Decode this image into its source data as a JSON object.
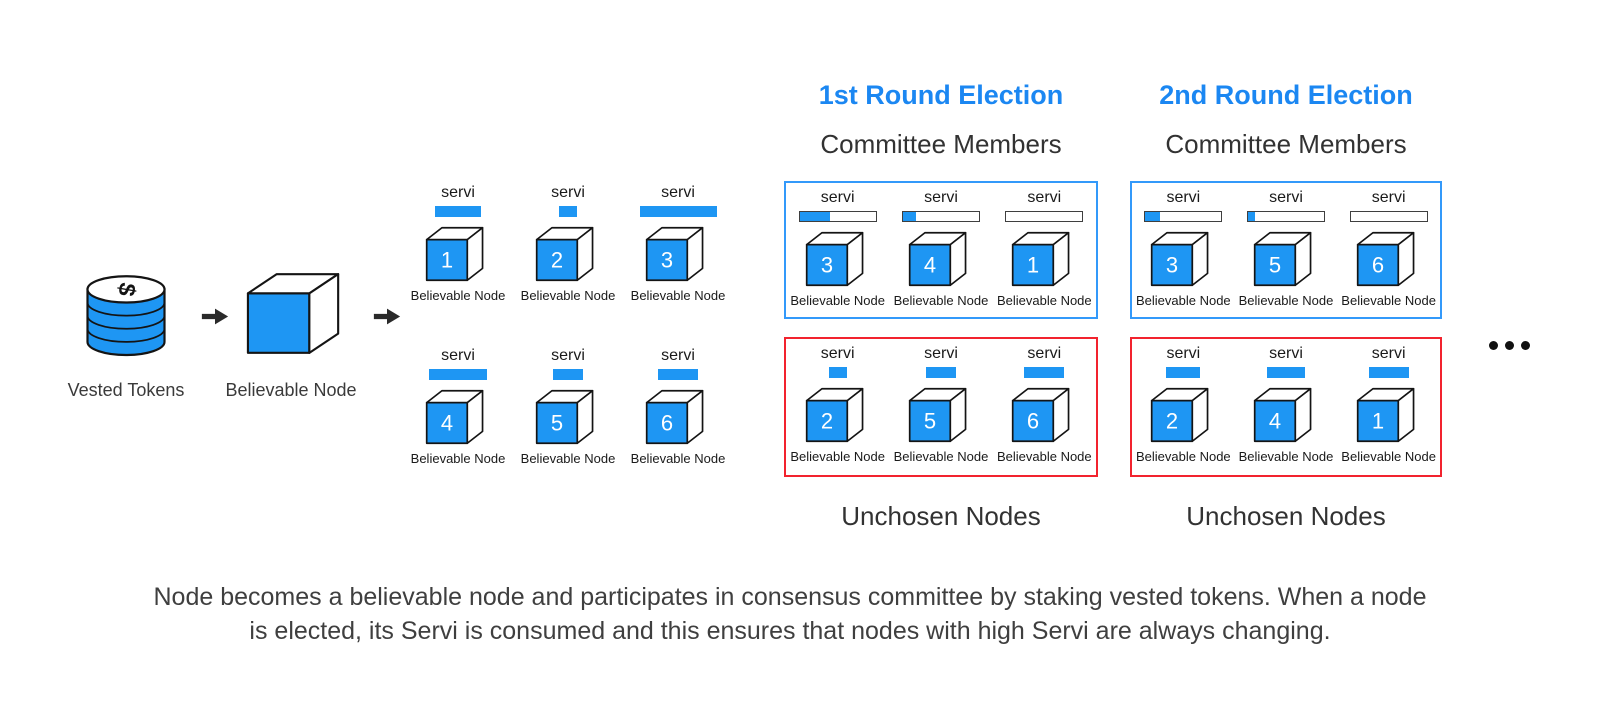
{
  "colors": {
    "node_blue": "#1E96F3",
    "title_blue": "#1B87F2",
    "committee_border": "#3399FA",
    "unchosen_border": "#F2232E",
    "outline_dark": "#141414",
    "text_dark": "#3F3F3F"
  },
  "icons": {
    "coin_stack": "vested-tokens-coin-stack",
    "arrow": "right-arrow",
    "cube": "3d-node-cube",
    "ellipsis": "more-rounds-dots"
  },
  "labels": {
    "servi": "servi",
    "believable_node": "Believable Node"
  },
  "left_flow": {
    "vested_tokens": "Vested Tokens",
    "believable_node": "Believable Node",
    "coin_symbol": "$"
  },
  "pool": {
    "rows": [
      {
        "nodes": [
          {
            "id": "1",
            "bar": {
              "style": "solid",
              "width": 46
            }
          },
          {
            "id": "2",
            "bar": {
              "style": "solid",
              "width": 18
            }
          },
          {
            "id": "3",
            "bar": {
              "style": "solid",
              "width": 77
            }
          }
        ]
      },
      {
        "nodes": [
          {
            "id": "4",
            "bar": {
              "style": "solid",
              "width": 58
            }
          },
          {
            "id": "5",
            "bar": {
              "style": "solid",
              "width": 30
            }
          },
          {
            "id": "6",
            "bar": {
              "style": "solid",
              "width": 40
            }
          }
        ]
      }
    ]
  },
  "rounds": [
    {
      "title": "1st Round Election",
      "subtitle": "Committee Members",
      "unchosen_label": "Unchosen Nodes",
      "committee_nodes": [
        {
          "id": "3",
          "bar": {
            "style": "track",
            "fill_pct": 40
          }
        },
        {
          "id": "4",
          "bar": {
            "style": "track",
            "fill_pct": 17
          }
        },
        {
          "id": "1",
          "bar": {
            "style": "track",
            "fill_pct": 0
          }
        }
      ],
      "unchosen_nodes": [
        {
          "id": "2",
          "bar": {
            "style": "solid",
            "width": 18
          }
        },
        {
          "id": "5",
          "bar": {
            "style": "solid",
            "width": 30
          }
        },
        {
          "id": "6",
          "bar": {
            "style": "solid",
            "width": 40
          }
        }
      ]
    },
    {
      "title": "2nd Round Election",
      "subtitle": "Committee Members",
      "unchosen_label": "Unchosen Nodes",
      "committee_nodes": [
        {
          "id": "3",
          "bar": {
            "style": "track",
            "fill_pct": 19
          }
        },
        {
          "id": "5",
          "bar": {
            "style": "track",
            "fill_pct": 9
          }
        },
        {
          "id": "6",
          "bar": {
            "style": "track",
            "fill_pct": 0
          }
        }
      ],
      "unchosen_nodes": [
        {
          "id": "2",
          "bar": {
            "style": "solid",
            "width": 34
          }
        },
        {
          "id": "4",
          "bar": {
            "style": "solid",
            "width": 38
          }
        },
        {
          "id": "1",
          "bar": {
            "style": "solid",
            "width": 40
          }
        }
      ]
    }
  ],
  "ellipsis": {
    "dot_count": 3
  },
  "caption": {
    "line1": "Node becomes a believable node and participates in consensus committee by staking vested tokens. When a node",
    "line2": "is elected, its Servi is consumed and this ensures that nodes with high Servi are always changing."
  }
}
